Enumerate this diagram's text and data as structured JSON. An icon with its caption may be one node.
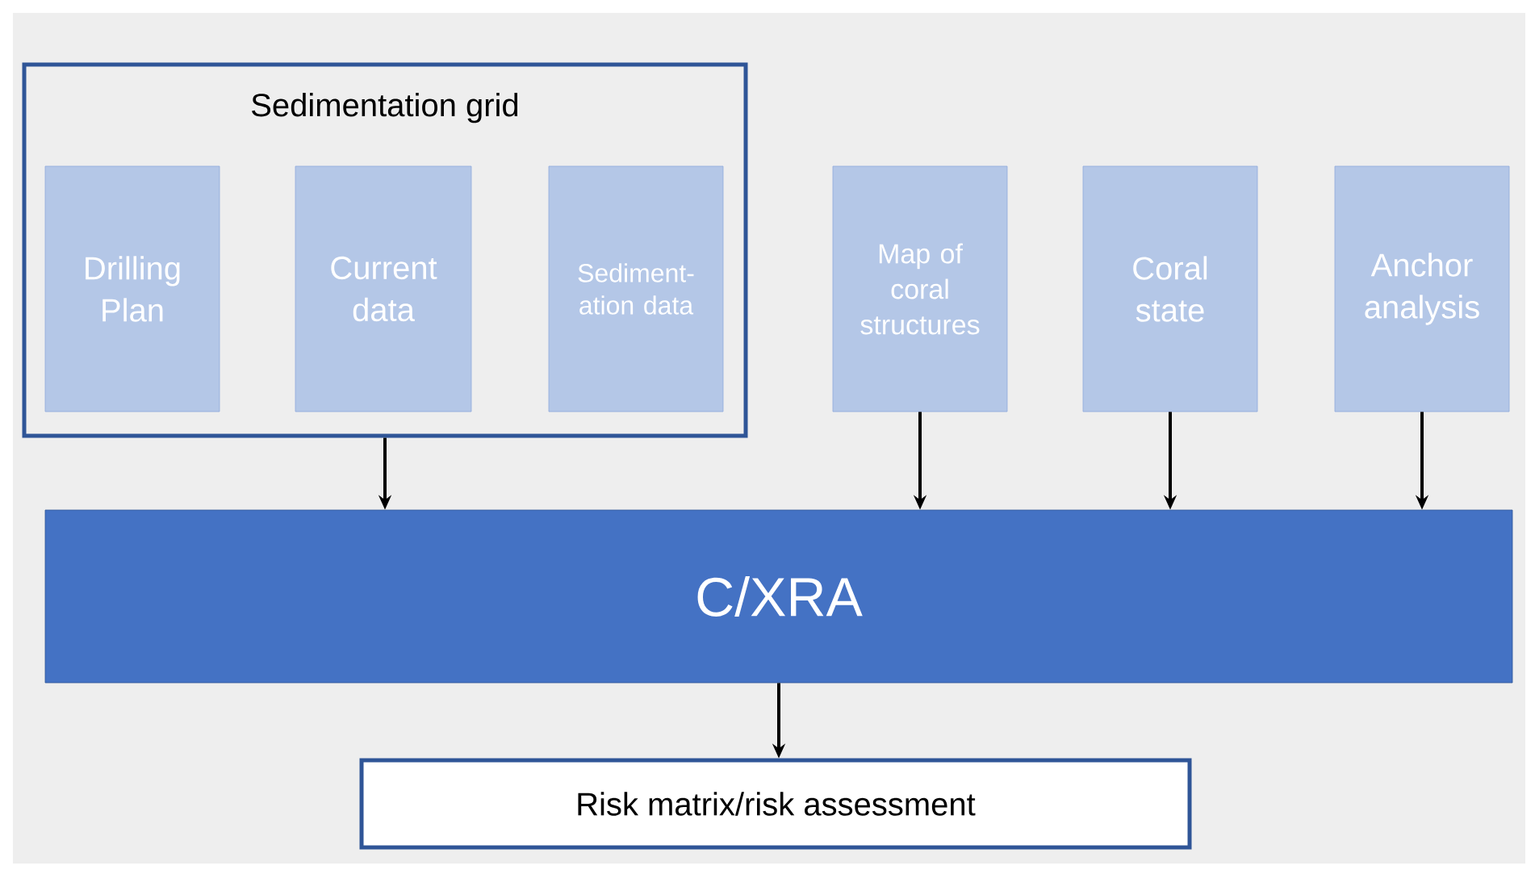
{
  "diagram": {
    "nodes": [
      {
        "text": [
          "Sedimentation grid"
        ]
      },
      {
        "text": [
          "Drilling Plan"
        ],
        "in": 0
      },
      {
        "text": [
          "Current data"
        ],
        "in": 0
      },
      {
        "text": [
          "Sediment-ation data"
        ],
        "in": 0
      },
      {
        "text": [
          "Map of coral structures"
        ]
      },
      {
        "text": [
          "Coral state"
        ]
      },
      {
        "text": [
          "Anchor analysis"
        ]
      },
      {
        "text": [
          "C/XRA"
        ]
      },
      {
        "text": [
          "Risk matrix/risk assessment"
        ]
      }
    ],
    "edges": [
      {
        "from": 0,
        "to": 7,
        "arrow": "to"
      },
      {
        "from": 4,
        "to": 7,
        "arrow": "to"
      },
      {
        "from": 5,
        "to": 7,
        "arrow": "to"
      },
      {
        "from": 6,
        "to": 7,
        "arrow": "to"
      },
      {
        "from": 7,
        "to": 8,
        "arrow": "to"
      }
    ]
  }
}
